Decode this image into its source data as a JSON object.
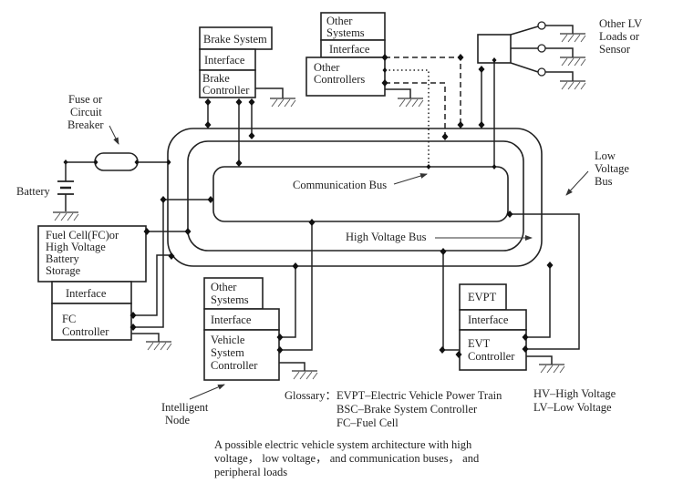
{
  "diagram": {
    "title": "Electric vehicle system architecture",
    "caption_lines": [
      "A possible electric vehicle system architecture with high",
      "voltage， low voltage， and communication buses， and",
      "peripheral loads"
    ],
    "buses": {
      "communication": "Communication Bus",
      "high_voltage": "High Voltage Bus",
      "low_voltage_lines": [
        "Low",
        "Voltage",
        "Bus"
      ]
    },
    "labels": {
      "fuse_lines": [
        "Fuse or",
        "Circuit",
        "Breaker"
      ],
      "battery": "Battery",
      "other_lv_lines": [
        "Other LV",
        "Loads or",
        "Sensor"
      ],
      "intelligent_node_lines": [
        "Intelligent",
        "Node"
      ]
    },
    "nodes": {
      "brake": {
        "system": "Brake System",
        "interface": "Interface",
        "controller_lines": [
          "Brake",
          "Controller"
        ]
      },
      "other": {
        "system_lines": [
          "Other",
          "Systems"
        ],
        "interface": "Interface",
        "controller_lines": [
          "Other",
          "Controllers"
        ]
      },
      "fc": {
        "storage_lines": [
          "Fuel Cell(FC)or",
          "High Voltage",
          "Battery",
          "Storage"
        ],
        "interface": "Interface",
        "controller_lines": [
          "FC",
          "Controller"
        ]
      },
      "vsc": {
        "system_lines": [
          "Other",
          "Systems"
        ],
        "interface": "Interface",
        "controller_lines": [
          "Vehicle",
          "System",
          "Controller"
        ]
      },
      "evt": {
        "system": "EVPT",
        "interface": "Interface",
        "controller_lines": [
          "EVT",
          "Controller"
        ]
      }
    },
    "glossary": {
      "label": "Glossary：",
      "entries": [
        "EVPT–Electric Vehicle Power Train",
        "BSC–Brake System Controller",
        "FC–Fuel Cell"
      ],
      "side_entries": [
        "HV–High Voltage",
        "LV–Low Voltage"
      ]
    }
  }
}
